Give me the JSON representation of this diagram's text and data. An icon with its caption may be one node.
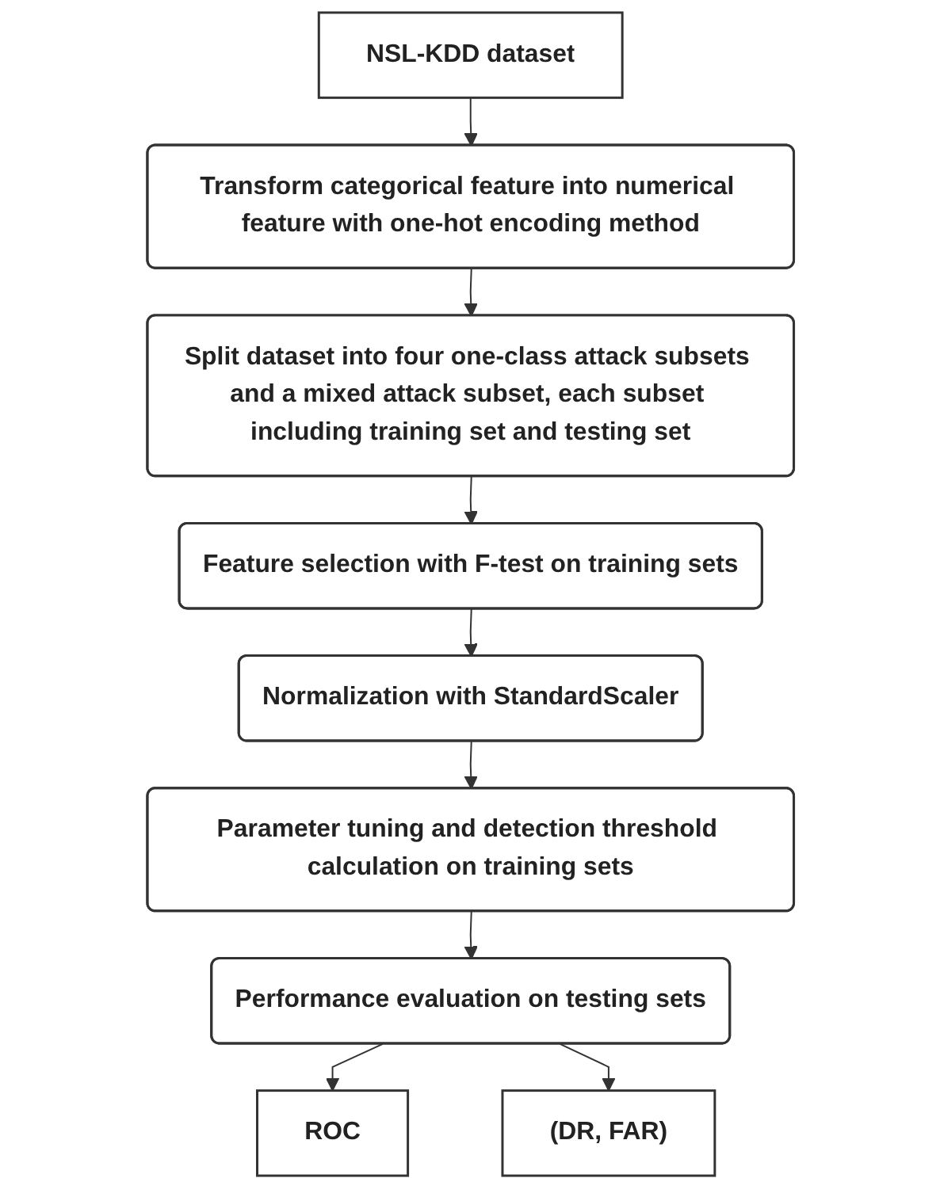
{
  "diagram": {
    "nodes": [
      {
        "text": [
          "NSL-KDD dataset"
        ]
      },
      {
        "text": [
          "Transform categorical feature into numerical feature with one-hot encoding method"
        ]
      },
      {
        "text": [
          "Split dataset into four one-class attack subsets and a mixed attack subset, each subset including training set and testing set"
        ]
      },
      {
        "text": [
          "Feature selection with F-test on training sets"
        ]
      },
      {
        "text": [
          "Normalization with StandardScaler"
        ]
      },
      {
        "text": [
          "Parameter tuning and detection threshold calculation on training sets"
        ]
      },
      {
        "text": [
          "Performance evaluation on testing sets"
        ]
      },
      {
        "text": [
          "ROC"
        ]
      },
      {
        "text": [
          "(DR, FAR)"
        ]
      }
    ],
    "edges": [
      {
        "from": 0,
        "to": 1,
        "arrow": "to"
      },
      {
        "from": 1,
        "to": 2,
        "arrow": "to"
      },
      {
        "from": 2,
        "to": 3,
        "arrow": "to"
      },
      {
        "from": 3,
        "to": 4,
        "arrow": "to"
      },
      {
        "from": 4,
        "to": 5,
        "arrow": "to"
      },
      {
        "from": 5,
        "to": 6,
        "arrow": "to"
      },
      {
        "from": 6,
        "to": 7,
        "arrow": "to"
      },
      {
        "from": 6,
        "to": 8,
        "arrow": "to"
      }
    ]
  }
}
